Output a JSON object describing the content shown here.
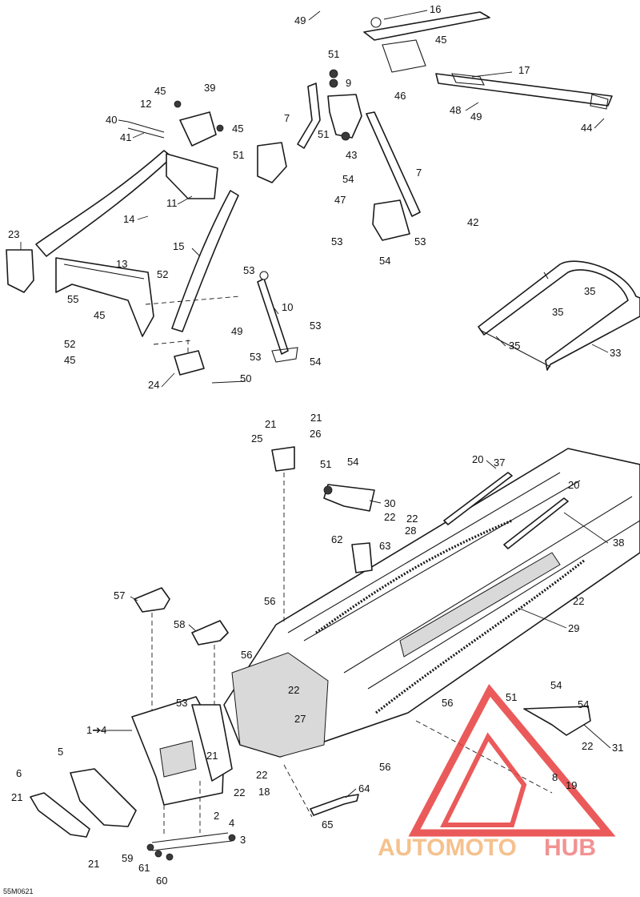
{
  "drawing_code": "55M0621",
  "callout_arrow": "1➔4",
  "callouts": [
    {
      "id": "c49a",
      "label": "49"
    },
    {
      "id": "c16",
      "label": "16"
    },
    {
      "id": "c45a",
      "label": "45"
    },
    {
      "id": "c51a",
      "label": "51"
    },
    {
      "id": "c9",
      "label": "9"
    },
    {
      "id": "c17",
      "label": "17"
    },
    {
      "id": "c46",
      "label": "46"
    },
    {
      "id": "c48",
      "label": "48"
    },
    {
      "id": "c49b",
      "label": "49"
    },
    {
      "id": "c44",
      "label": "44"
    },
    {
      "id": "c45b",
      "label": "45"
    },
    {
      "id": "c39",
      "label": "39"
    },
    {
      "id": "c12",
      "label": "12"
    },
    {
      "id": "c40",
      "label": "40"
    },
    {
      "id": "c45c",
      "label": "45"
    },
    {
      "id": "c41",
      "label": "41"
    },
    {
      "id": "c7a",
      "label": "7"
    },
    {
      "id": "c51b",
      "label": "51"
    },
    {
      "id": "c51c",
      "label": "51"
    },
    {
      "id": "c43",
      "label": "43"
    },
    {
      "id": "c11",
      "label": "11"
    },
    {
      "id": "c54a",
      "label": "54"
    },
    {
      "id": "c7b",
      "label": "7"
    },
    {
      "id": "c47",
      "label": "47"
    },
    {
      "id": "c42",
      "label": "42"
    },
    {
      "id": "c14",
      "label": "14"
    },
    {
      "id": "c23",
      "label": "23"
    },
    {
      "id": "c53a",
      "label": "53"
    },
    {
      "id": "c53b",
      "label": "53"
    },
    {
      "id": "c54b",
      "label": "54"
    },
    {
      "id": "c15",
      "label": "15"
    },
    {
      "id": "c13",
      "label": "13"
    },
    {
      "id": "c52a",
      "label": "52"
    },
    {
      "id": "c53c",
      "label": "53"
    },
    {
      "id": "c55",
      "label": "55"
    },
    {
      "id": "c10",
      "label": "10"
    },
    {
      "id": "c35a",
      "label": "35"
    },
    {
      "id": "c35b",
      "label": "35"
    },
    {
      "id": "c45d",
      "label": "45"
    },
    {
      "id": "c53d",
      "label": "53"
    },
    {
      "id": "c49c",
      "label": "49"
    },
    {
      "id": "c52b",
      "label": "52"
    },
    {
      "id": "c45e",
      "label": "45"
    },
    {
      "id": "c53e",
      "label": "53"
    },
    {
      "id": "c54c",
      "label": "54"
    },
    {
      "id": "c35c",
      "label": "35"
    },
    {
      "id": "c33",
      "label": "33"
    },
    {
      "id": "c24",
      "label": "24"
    },
    {
      "id": "c50",
      "label": "50"
    },
    {
      "id": "c21a",
      "label": "21"
    },
    {
      "id": "c21b",
      "label": "21"
    },
    {
      "id": "c25",
      "label": "25"
    },
    {
      "id": "c26",
      "label": "26"
    },
    {
      "id": "c20a",
      "label": "20"
    },
    {
      "id": "c37",
      "label": "37"
    },
    {
      "id": "c51d",
      "label": "51"
    },
    {
      "id": "c54d",
      "label": "54"
    },
    {
      "id": "c30",
      "label": "30"
    },
    {
      "id": "c20b",
      "label": "20"
    },
    {
      "id": "c22a",
      "label": "22"
    },
    {
      "id": "c22b",
      "label": "22"
    },
    {
      "id": "c28",
      "label": "28"
    },
    {
      "id": "c62",
      "label": "62"
    },
    {
      "id": "c63",
      "label": "63"
    },
    {
      "id": "c38",
      "label": "38"
    },
    {
      "id": "c57",
      "label": "57"
    },
    {
      "id": "c56a",
      "label": "56"
    },
    {
      "id": "c22c",
      "label": "22"
    },
    {
      "id": "c58",
      "label": "58"
    },
    {
      "id": "c29",
      "label": "29"
    },
    {
      "id": "c56b",
      "label": "56"
    },
    {
      "id": "c22d",
      "label": "22"
    },
    {
      "id": "c27",
      "label": "27"
    },
    {
      "id": "c56c",
      "label": "56"
    },
    {
      "id": "c54e",
      "label": "54"
    },
    {
      "id": "c53f",
      "label": "53"
    },
    {
      "id": "c51e",
      "label": "51"
    },
    {
      "id": "c54f",
      "label": "54"
    },
    {
      "id": "c31",
      "label": "31"
    },
    {
      "id": "c5",
      "label": "5"
    },
    {
      "id": "c21c",
      "label": "21"
    },
    {
      "id": "c22e",
      "label": "22"
    },
    {
      "id": "c56d",
      "label": "56"
    },
    {
      "id": "c6",
      "label": "6"
    },
    {
      "id": "c21d",
      "label": "21"
    },
    {
      "id": "c22f",
      "label": "22"
    },
    {
      "id": "c22g",
      "label": "22"
    },
    {
      "id": "c18",
      "label": "18"
    },
    {
      "id": "c8",
      "label": "8"
    },
    {
      "id": "c19",
      "label": "19"
    },
    {
      "id": "c64",
      "label": "64"
    },
    {
      "id": "c65",
      "label": "65"
    },
    {
      "id": "c2",
      "label": "2"
    },
    {
      "id": "c4",
      "label": "4"
    },
    {
      "id": "c3",
      "label": "3"
    },
    {
      "id": "c59",
      "label": "59"
    },
    {
      "id": "c61",
      "label": "61"
    },
    {
      "id": "c60",
      "label": "60"
    },
    {
      "id": "c21e",
      "label": "21"
    }
  ],
  "watermark": {
    "brand_part1": "AUTOMOTO",
    "brand_part2": "HUB",
    "color_part1": "#f4b77a",
    "color_part2": "#f08080",
    "triangle_color": "#e83e3e"
  }
}
